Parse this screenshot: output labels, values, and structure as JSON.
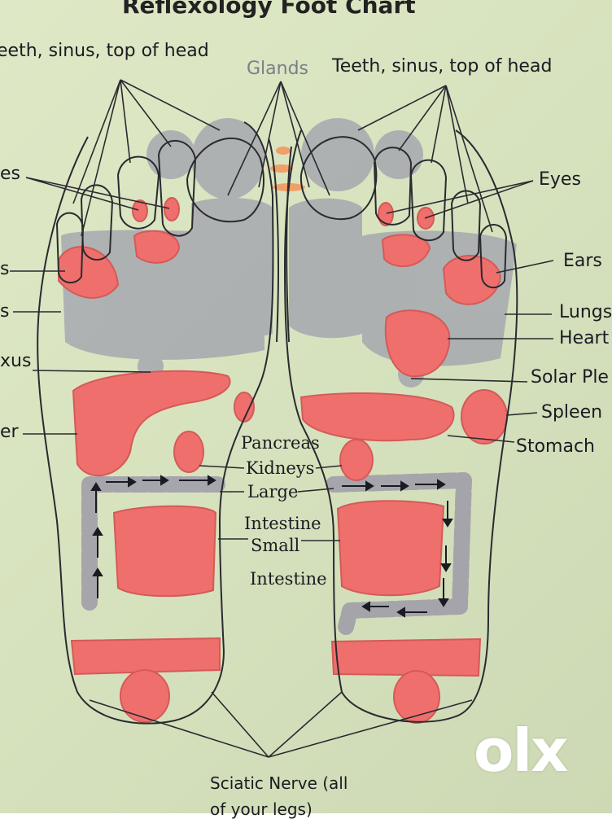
{
  "title": "Reflexology Foot Chart",
  "labels": {
    "teeth_left": "eeth, sinus, top of head",
    "glands": "Glands",
    "teeth_right": "Teeth, sinus, top of head",
    "eyes_left": "es",
    "eyes_right": "Eyes",
    "ears_left": "s",
    "ears_right": "Ears",
    "lungs_left": "s",
    "lungs_right": "Lungs",
    "heart": "Heart",
    "plexus_left": "xus",
    "solar_plexus_right": "Solar Ple",
    "liver_left": "er",
    "spleen": "Spleen",
    "stomach": "Stomach",
    "pancreas": "Pancreas",
    "kidneys": "Kidneys",
    "large": "Large",
    "intestine_1": "Intestine",
    "small": "Small",
    "intestine_2": "Intestine",
    "sciatic_1": "Sciatic Nerve (all",
    "sciatic_2": "of your legs)"
  },
  "watermark": "olx",
  "colors": {
    "background": "#d9e4c0",
    "organ_red": "#ef6f6c",
    "zone_gray": "#9fa0ad",
    "outline": "#2a2a30"
  }
}
